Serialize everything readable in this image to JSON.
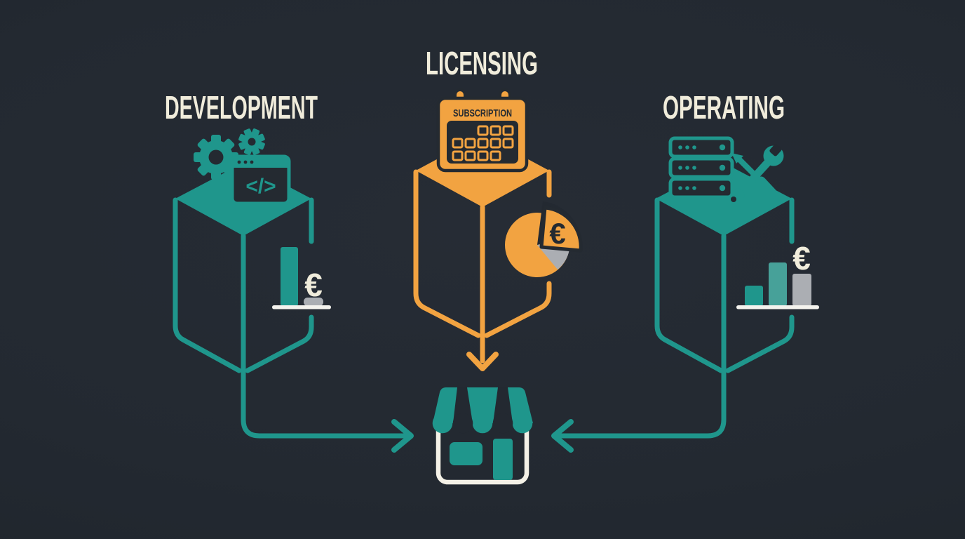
{
  "diagram": {
    "type": "cost-flow",
    "description": "Three cost categories flow into a storefront",
    "branches": [
      {
        "id": "development",
        "label": "DEVELOPMENT",
        "accent": "teal",
        "icons": [
          "gear-icon",
          "code-window-icon",
          "bar-chart-icon",
          "euro-symbol"
        ]
      },
      {
        "id": "licensing",
        "label": "LICENSING",
        "accent": "orange",
        "calendar_label": "SUBSCRIPTION",
        "icons": [
          "subscription-calendar-icon",
          "pie-chart-icon",
          "euro-symbol"
        ]
      },
      {
        "id": "operating",
        "label": "OPERATING",
        "accent": "teal",
        "icons": [
          "server-rack-icon",
          "tools-icon",
          "bar-chart-icon",
          "euro-symbol"
        ]
      }
    ],
    "destination": {
      "id": "storefront",
      "icon": "storefront-icon"
    },
    "flows": [
      {
        "from": "development",
        "to": "storefront"
      },
      {
        "from": "licensing",
        "to": "storefront"
      },
      {
        "from": "operating",
        "to": "storefront"
      }
    ]
  },
  "labels": {
    "development": "DEVELOPMENT",
    "licensing": "LICENSING",
    "operating": "OPERATING",
    "subscription": "SUBSCRIPTION",
    "euro": "€",
    "code_symbol": "</>"
  },
  "palette": {
    "background": "#232931",
    "teal": "#1f968c",
    "teal_light": "#47a199",
    "orange": "#f2a341",
    "cream": "#f0ecdb",
    "white": "#f4f3ee",
    "gray": "#abaeb3",
    "dark": "#242a31"
  }
}
